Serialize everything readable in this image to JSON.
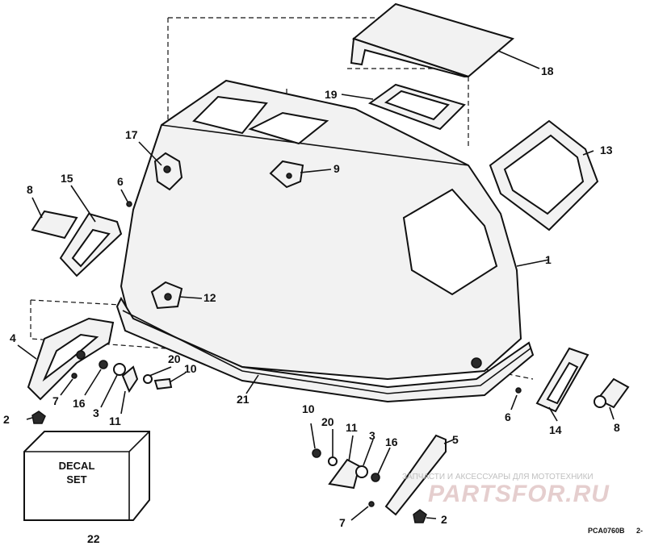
{
  "callouts": {
    "c1": "1",
    "c2a": "2",
    "c2b": "2",
    "c3a": "3",
    "c3b": "3",
    "c4": "4",
    "c5": "5",
    "c6a": "6",
    "c6b": "6",
    "c7a": "7",
    "c7b": "7",
    "c8a": "8",
    "c8b": "8",
    "c9": "9",
    "c10a": "10",
    "c10b": "10",
    "c11a": "11",
    "c11b": "11",
    "c12": "12",
    "c13": "13",
    "c14": "14",
    "c15": "15",
    "c16a": "16",
    "c16b": "16",
    "c17": "17",
    "c18": "18",
    "c19": "19",
    "c20a": "20",
    "c20b": "20",
    "c21": "21",
    "c22": "22"
  },
  "decal_set": {
    "line1": "DECAL",
    "line2": "SET"
  },
  "figure_code": "PCA0760B",
  "page_mark": "2-",
  "watermark": {
    "subtitle": "ЗАПЧАСТИ И АКСЕССУАРЫ ДЛЯ МОТОТЕХНИКИ",
    "brand": "PARTSFOR.RU"
  },
  "colors": {
    "ink": "#111111",
    "paper": "#ffffff",
    "fill": "#f2f2f2",
    "watermark": "#e3c9c9"
  }
}
